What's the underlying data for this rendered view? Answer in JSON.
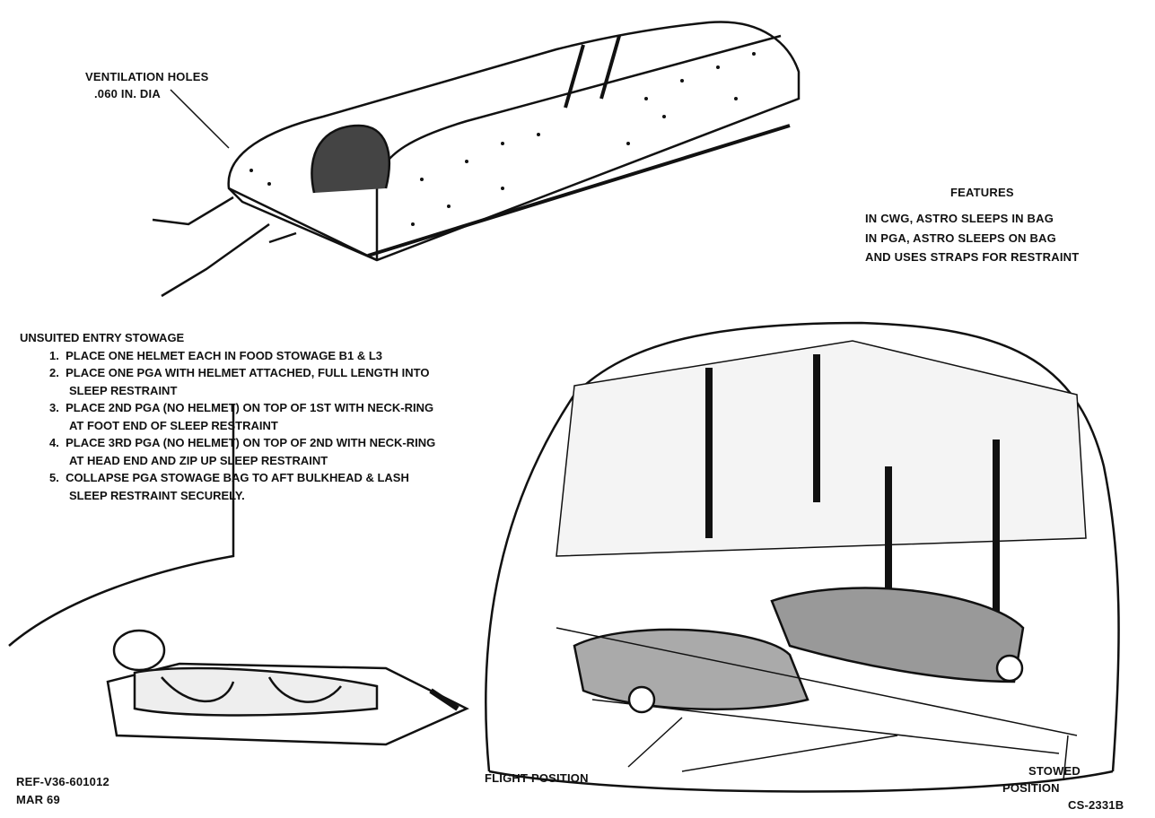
{
  "callouts": {
    "ventilation_line1": "VENTILATION HOLES",
    "ventilation_line2": ".060 IN. DIA",
    "flight_position": "FLIGHT POSITION",
    "stowed_line1": "STOWED",
    "stowed_line2": "POSITION"
  },
  "features": {
    "title": "FEATURES",
    "lines": [
      "IN CWG, ASTRO SLEEPS IN BAG",
      "IN PGA, ASTRO SLEEPS ON BAG",
      "AND USES STRAPS FOR RESTRAINT"
    ]
  },
  "stowage": {
    "title": "UNSUITED ENTRY STOWAGE",
    "steps": [
      {
        "num": "1.",
        "line1": "PLACE ONE HELMET EACH IN FOOD STOWAGE B1 & L3",
        "line2": ""
      },
      {
        "num": "2.",
        "line1": "PLACE ONE PGA WITH HELMET ATTACHED, FULL LENGTH INTO",
        "line2": "SLEEP RESTRAINT"
      },
      {
        "num": "3.",
        "line1": "PLACE 2ND PGA (NO HELMET) ON TOP OF 1ST WITH NECK-RING",
        "line2": "AT FOOT END OF SLEEP RESTRAINT"
      },
      {
        "num": "4.",
        "line1": "PLACE 3RD PGA (NO HELMET) ON TOP OF 2ND WITH NECK-RING",
        "line2": "AT HEAD END AND ZIP UP SLEEP RESTRAINT"
      },
      {
        "num": "5.",
        "line1": "COLLAPSE PGA STOWAGE BAG TO AFT BULKHEAD & LASH",
        "line2": "SLEEP RESTRAINT SECURELY."
      }
    ]
  },
  "footer": {
    "ref": "REF-V36-601012",
    "date": "MAR 69",
    "figure_id": "CS-2331B"
  }
}
